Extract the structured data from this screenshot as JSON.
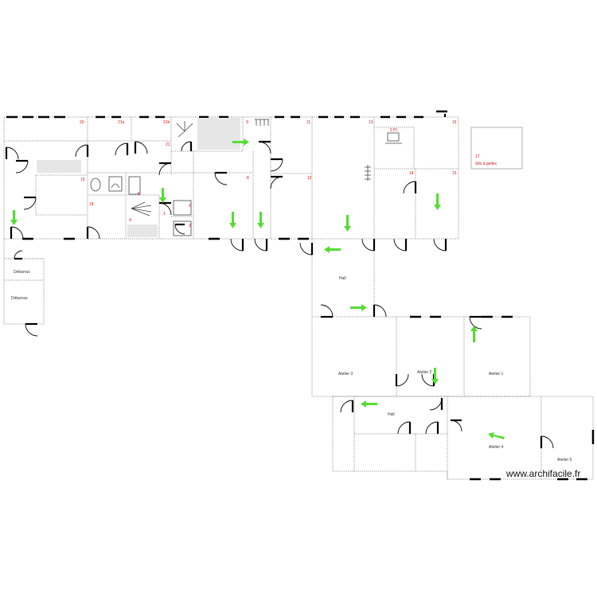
{
  "rooms": {
    "r1": "1",
    "r2": "2",
    "r3": "3",
    "r4": "4",
    "r5": "5",
    "r8": "8",
    "r9": "9",
    "r11": "11",
    "r12": "12",
    "r13": "13",
    "r14": "14",
    "r15": "15",
    "r16": "16",
    "r17": "17",
    "r18": "18",
    "r19": "19",
    "r20": "20",
    "r21": "21",
    "r21a": "21a",
    "r21b": "21b",
    "r2pi": "2 PI"
  },
  "labels": {
    "silo": "Silo à gellex",
    "debarras1": "Débarras",
    "debarras2": "Débarras",
    "hall1": "Hall",
    "hall2": "Hall",
    "atelier1": "Atelier 1",
    "atelier2": "Atelier 2",
    "atelier3": "Atelier 3",
    "atelier4": "Atelier 4",
    "atelier5": "Atelier 5"
  },
  "watermark": "www.archifacile.fr",
  "colors": {
    "arrow": "#55dd33",
    "room_number": "#dd1111",
    "wall": "#9a9a9a",
    "door": "#000000"
  }
}
